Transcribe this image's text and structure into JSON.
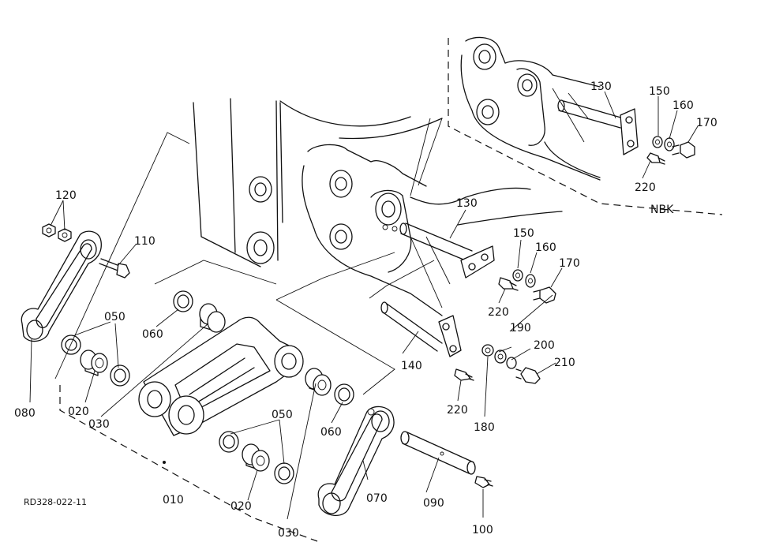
{
  "diagram": {
    "callouts": [
      {
        "key": "c120",
        "label": "120"
      },
      {
        "key": "c110",
        "label": "110"
      },
      {
        "key": "c050a",
        "label": "050"
      },
      {
        "key": "c080",
        "label": "080"
      },
      {
        "key": "c020a",
        "label": "020"
      },
      {
        "key": "c030a",
        "label": "030"
      },
      {
        "key": "c060a",
        "label": "060"
      },
      {
        "key": "c010",
        "label": "010"
      },
      {
        "key": "c050b",
        "label": "050"
      },
      {
        "key": "c020b",
        "label": "020"
      },
      {
        "key": "c030b",
        "label": "030"
      },
      {
        "key": "c060b",
        "label": "060"
      },
      {
        "key": "c070",
        "label": "070"
      },
      {
        "key": "c090",
        "label": "090"
      },
      {
        "key": "c100",
        "label": "100"
      },
      {
        "key": "c140",
        "label": "140"
      },
      {
        "key": "c130a",
        "label": "130"
      },
      {
        "key": "c150a",
        "label": "150"
      },
      {
        "key": "c160a",
        "label": "160"
      },
      {
        "key": "c170a",
        "label": "170"
      },
      {
        "key": "c220a",
        "label": "220"
      },
      {
        "key": "c190",
        "label": "190"
      },
      {
        "key": "c200",
        "label": "200"
      },
      {
        "key": "c210",
        "label": "210"
      },
      {
        "key": "c180",
        "label": "180"
      },
      {
        "key": "c220b",
        "label": "220"
      },
      {
        "key": "c130b",
        "label": "130"
      },
      {
        "key": "c150b",
        "label": "150"
      },
      {
        "key": "c160b",
        "label": "160"
      },
      {
        "key": "c170b",
        "label": "170"
      },
      {
        "key": "c220c",
        "label": "220"
      }
    ],
    "variant_label": "NBK",
    "drawing_code": "RD328-022-11"
  }
}
